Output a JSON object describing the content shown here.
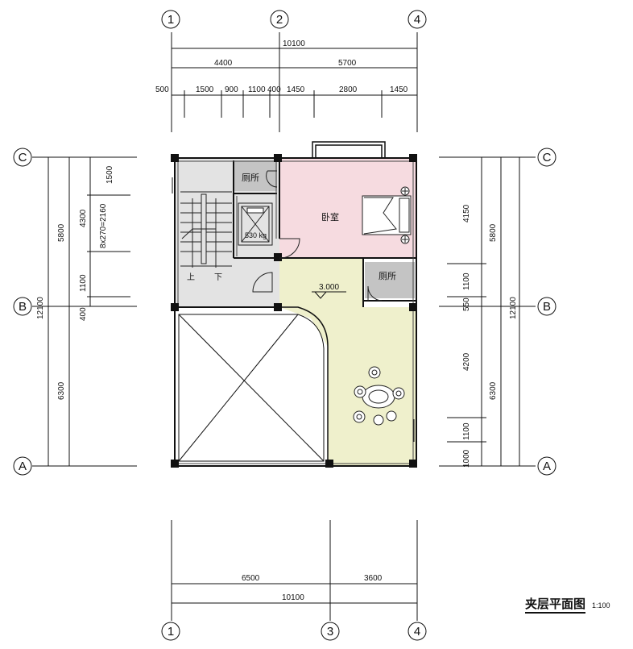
{
  "drawing": {
    "title": "夹层平面图",
    "scale": "1:100"
  },
  "axes": {
    "top": [
      "1",
      "2",
      "4"
    ],
    "bottom": [
      "1",
      "3",
      "4"
    ],
    "left": [
      "C",
      "B",
      "A"
    ],
    "right": [
      "C",
      "B",
      "A"
    ]
  },
  "dimensions": {
    "top_total": "10100",
    "top_segments": [
      "4400",
      "5700"
    ],
    "top_details": [
      "500",
      "1500",
      "900",
      "1100",
      "400",
      "1450",
      "2800",
      "1450"
    ],
    "bottom_total": "10100",
    "bottom_segments": [
      "6500",
      "3600"
    ],
    "left_total": "12100",
    "left_segments": [
      "5800",
      "6300"
    ],
    "left_details": [
      "1500",
      "4300",
      "8x270=2160",
      "1100",
      "400"
    ],
    "right_total": "12100",
    "right_segments": [
      "5800",
      "6300"
    ],
    "right_details": [
      "4150",
      "1100",
      "550",
      "4200",
      "1100",
      "1000"
    ]
  },
  "rooms": {
    "toilet_1": "厕所",
    "toilet_2": "厕所",
    "bedroom": "卧室",
    "elevator": "530 kg",
    "stair_up": "上",
    "stair_down": "下",
    "level": "3.000"
  },
  "colors": {
    "bedroom_fill": "#f6dbe0",
    "terrace_fill": "#eff0cc",
    "stair_fill": "#e3e3e3",
    "toilet_fill": "#c4c4c4"
  }
}
